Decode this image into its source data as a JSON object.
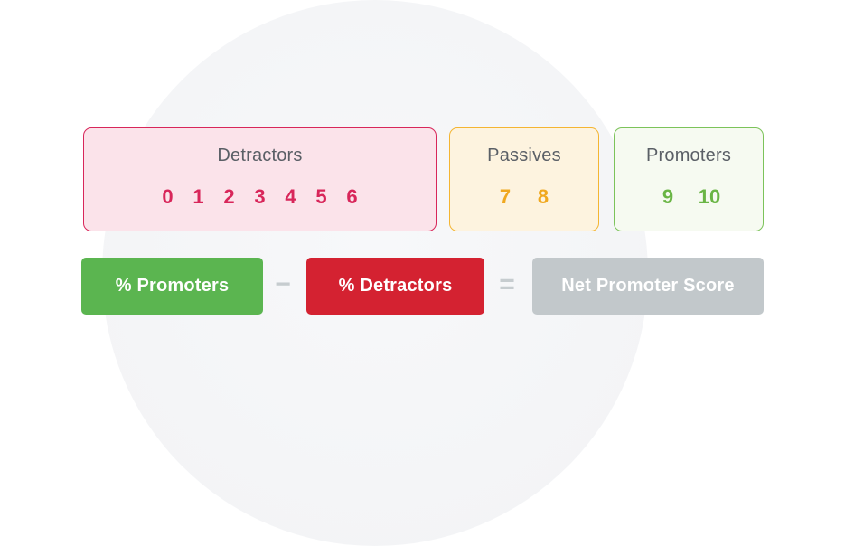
{
  "groups": {
    "detractors": {
      "title": "Detractors",
      "scores": [
        "0",
        "1",
        "2",
        "3",
        "4",
        "5",
        "6"
      ],
      "color": "#d8265a"
    },
    "passives": {
      "title": "Passives",
      "scores": [
        "7",
        "8"
      ],
      "color": "#f0a81f"
    },
    "promoters": {
      "title": "Promoters",
      "scores": [
        "9",
        "10"
      ],
      "color": "#6ab545"
    }
  },
  "formula": {
    "promoters_label": "% Promoters",
    "minus": "−",
    "detractors_label": "% Detractors",
    "equals": "=",
    "result_label": "Net Promoter Score",
    "colors": {
      "promoters": "#5bb550",
      "detractors": "#d42231",
      "result": "#c2c8cb"
    }
  }
}
